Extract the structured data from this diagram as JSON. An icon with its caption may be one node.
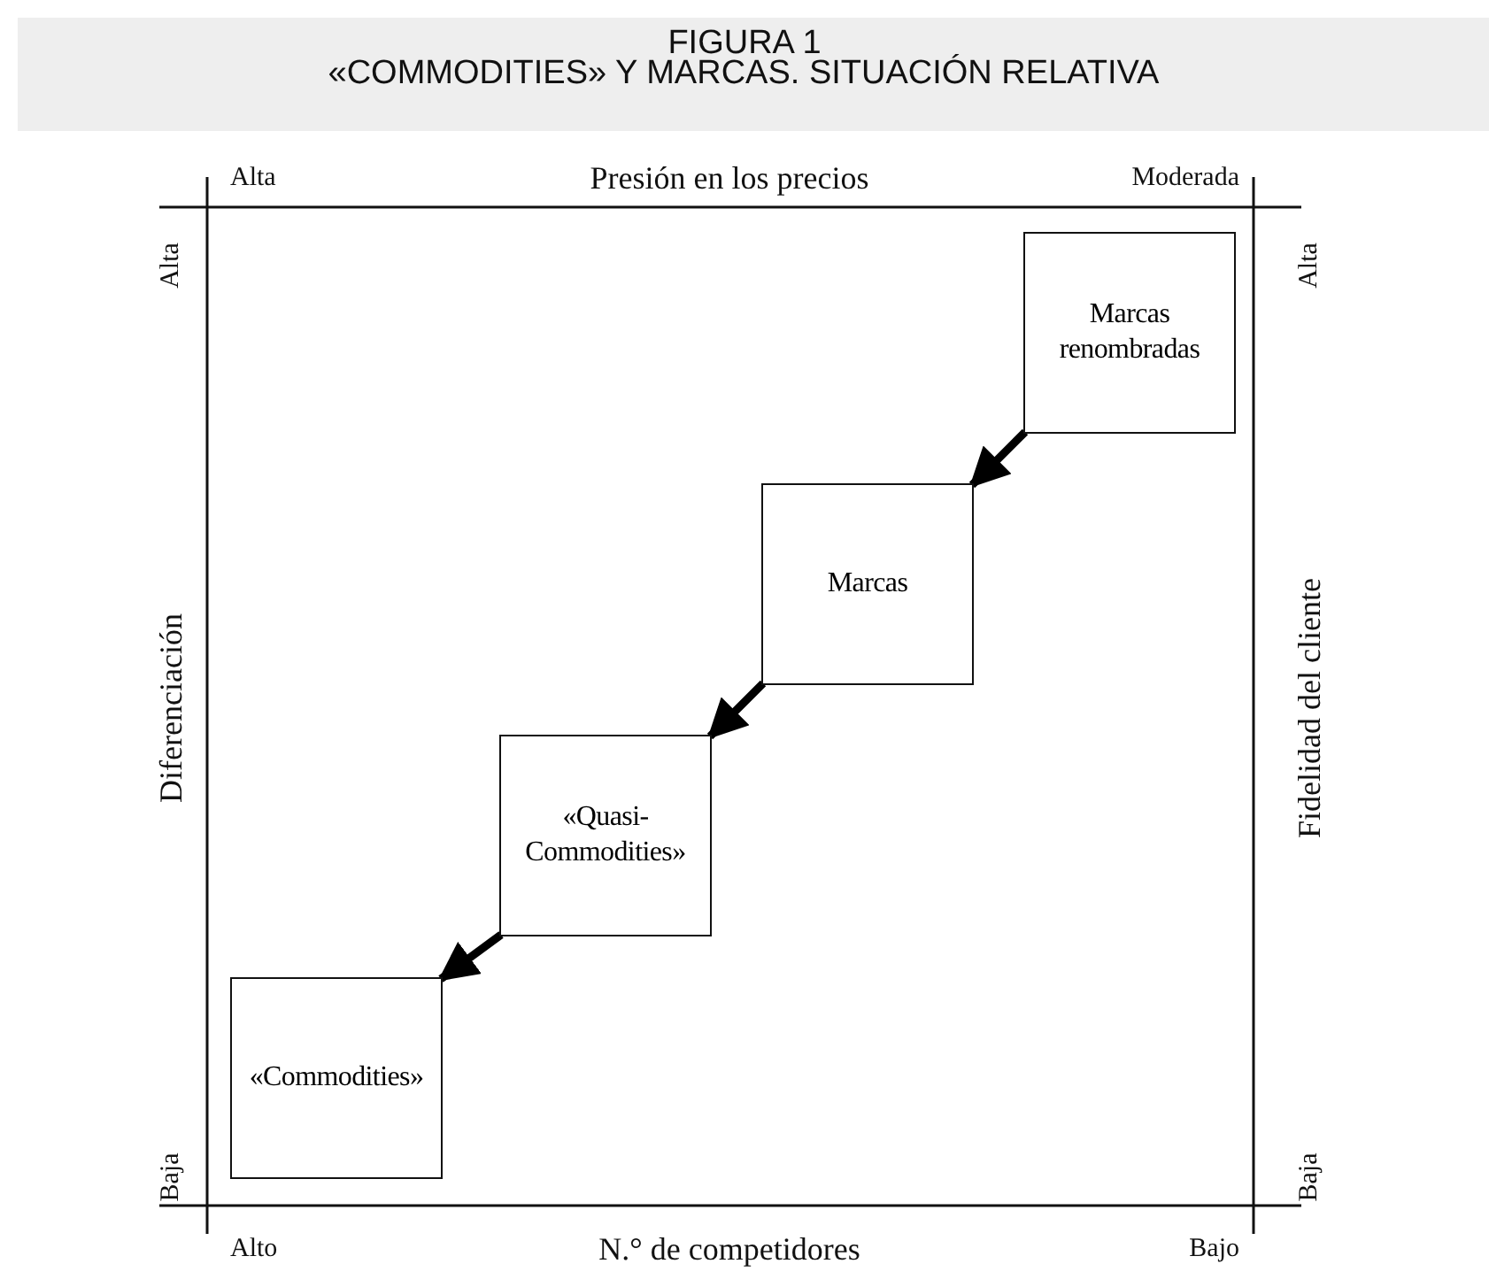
{
  "diagram": {
    "title": "FIGURA 1",
    "nodes": [
      {
        "text": [
          "Marcas renombradas"
        ]
      },
      {
        "text": [
          "Marcas"
        ]
      },
      {
        "text": [
          "«Quasi- Commodities»"
        ]
      },
      {
        "text": [
          "«Commodities»"
        ]
      }
    ],
    "edges": [
      {
        "from": 0,
        "to": 1,
        "arrow": "to"
      },
      {
        "from": 1,
        "to": 2,
        "arrow": "to"
      },
      {
        "from": 2,
        "to": 3,
        "arrow": "to"
      }
    ],
    "labels": [
      "«COMMODITIES» Y MARCAS. SITUACIÓN RELATIVA",
      "Alta",
      "Presión en los precios",
      "Moderada",
      "Alta",
      "Alta",
      "Diferenciación",
      "Fidelidad del cliente",
      "Baja",
      "Baja",
      "Alto",
      "N.° de competidores",
      "Bajo"
    ]
  }
}
